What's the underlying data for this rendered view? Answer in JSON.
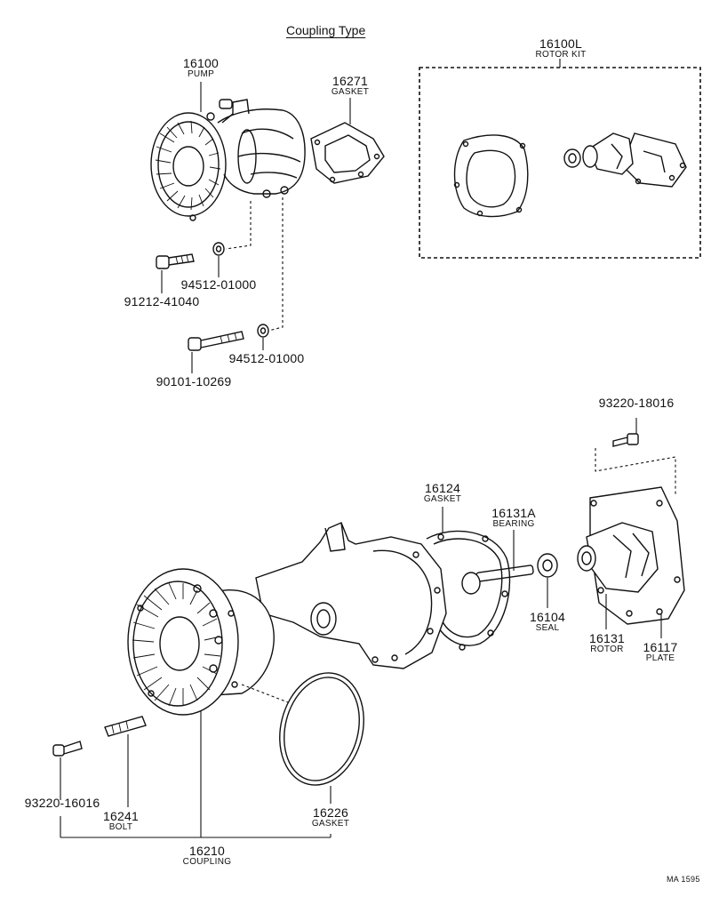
{
  "title": "Coupling Type",
  "drawing_code": "MA 1595",
  "kit": {
    "number": "16100L",
    "name": "ROTOR KIT"
  },
  "parts": [
    {
      "id": "pump",
      "number": "16100",
      "name": "PUMP"
    },
    {
      "id": "gasket_top",
      "number": "16271",
      "name": "GASKET"
    },
    {
      "id": "bolt_short",
      "number": "91212-41040",
      "name": ""
    },
    {
      "id": "washer_a",
      "number": "94512-01000",
      "name": ""
    },
    {
      "id": "bolt_long",
      "number": "90101-10269",
      "name": ""
    },
    {
      "id": "washer_b",
      "number": "94512-01000",
      "name": ""
    },
    {
      "id": "screw_plate",
      "number": "93220-18016",
      "name": ""
    },
    {
      "id": "gasket_body",
      "number": "16124",
      "name": "GASKET"
    },
    {
      "id": "bearing",
      "number": "16131A",
      "name": "BEARING"
    },
    {
      "id": "seal",
      "number": "16104",
      "name": "SEAL"
    },
    {
      "id": "rotor",
      "number": "16131",
      "name": "ROTOR"
    },
    {
      "id": "plate",
      "number": "16117",
      "name": "PLATE"
    },
    {
      "id": "screw_coupling",
      "number": "93220-16016",
      "name": ""
    },
    {
      "id": "bolt_coupling",
      "number": "16241",
      "name": "BOLT"
    },
    {
      "id": "gasket_ring",
      "number": "16226",
      "name": "GASKET"
    },
    {
      "id": "coupling",
      "number": "16210",
      "name": "COUPLING"
    }
  ]
}
